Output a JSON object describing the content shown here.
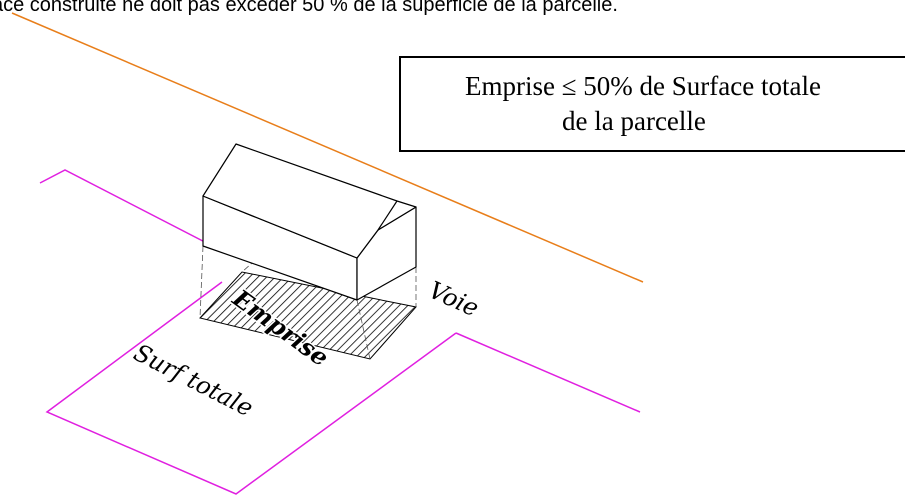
{
  "header_text": "ace construite ne doit pas excéder 50 % de la superficie de la parcelle.",
  "callout": {
    "line1": "Emprise ≤ 50% de Surface totale",
    "line2": "de la parcelle"
  },
  "labels": {
    "voie": "Voie",
    "emprise": "Emprise",
    "surf_totale": "Surf totale"
  },
  "colors": {
    "road_line": "#e87e1a",
    "parcel_line": "#e020e0",
    "outline": "#000000"
  }
}
